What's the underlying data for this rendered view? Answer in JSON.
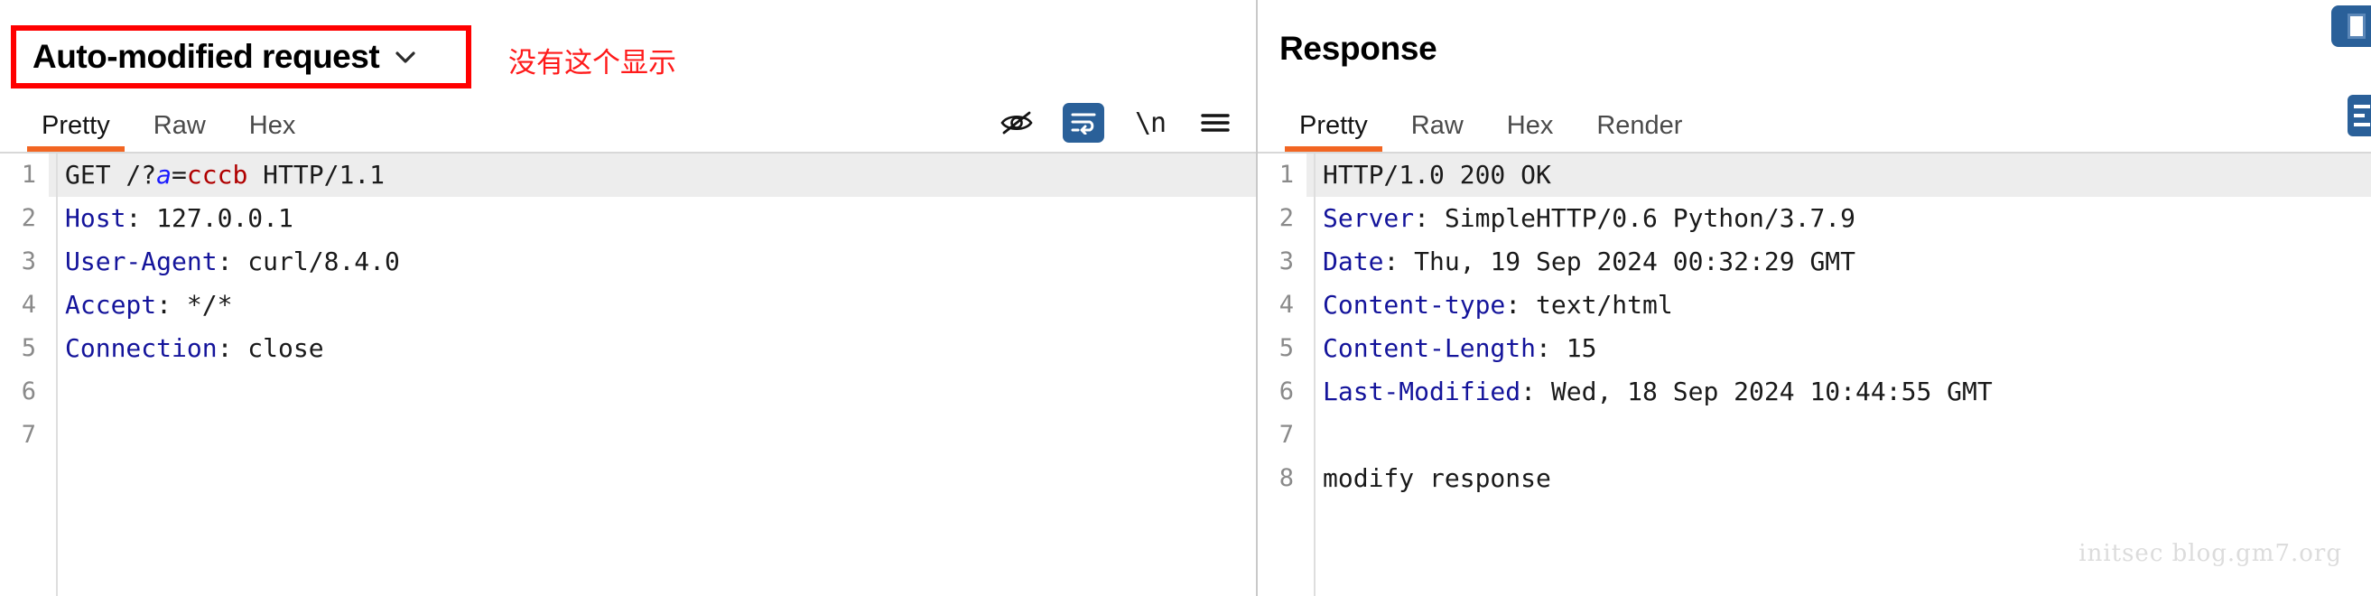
{
  "request_panel": {
    "dropdown": {
      "label": "Auto-modified request",
      "chevron_icon": "chevron-down-icon"
    },
    "annotation": "没有这个显示",
    "tabs": [
      {
        "label": "Pretty",
        "active": true
      },
      {
        "label": "Raw",
        "active": false
      },
      {
        "label": "Hex",
        "active": false
      }
    ],
    "toolbar": {
      "hide_icon": "eye-slash-icon",
      "wrap_icon": "word-wrap-icon",
      "newline_label": "\\n",
      "menu_icon": "hamburger-menu-icon"
    },
    "code": [
      {
        "num": "1",
        "highlight": true,
        "segments": [
          {
            "text": "GET /?",
            "style": "plain"
          },
          {
            "text": "a",
            "style": "attr"
          },
          {
            "text": "=",
            "style": "plain"
          },
          {
            "text": "cccb",
            "style": "val"
          },
          {
            "text": " HTTP/1.1",
            "style": "plain"
          }
        ]
      },
      {
        "num": "2",
        "highlight": false,
        "segments": [
          {
            "text": "Host",
            "style": "hdr"
          },
          {
            "text": ": 127.0.0.1",
            "style": "plain"
          }
        ]
      },
      {
        "num": "3",
        "highlight": false,
        "segments": [
          {
            "text": "User-Agent",
            "style": "hdr"
          },
          {
            "text": ": curl/8.4.0",
            "style": "plain"
          }
        ]
      },
      {
        "num": "4",
        "highlight": false,
        "segments": [
          {
            "text": "Accept",
            "style": "hdr"
          },
          {
            "text": ": */*",
            "style": "plain"
          }
        ]
      },
      {
        "num": "5",
        "highlight": false,
        "segments": [
          {
            "text": "Connection",
            "style": "hdr"
          },
          {
            "text": ": close",
            "style": "plain"
          }
        ]
      },
      {
        "num": "6",
        "highlight": false,
        "segments": []
      },
      {
        "num": "7",
        "highlight": false,
        "segments": []
      }
    ]
  },
  "response_panel": {
    "title": "Response",
    "tabs": [
      {
        "label": "Pretty",
        "active": true
      },
      {
        "label": "Raw",
        "active": false
      },
      {
        "label": "Hex",
        "active": false
      },
      {
        "label": "Render",
        "active": false
      }
    ],
    "code": [
      {
        "num": "1",
        "highlight": true,
        "segments": [
          {
            "text": "HTTP/1.0 200 OK",
            "style": "plain"
          }
        ]
      },
      {
        "num": "2",
        "highlight": false,
        "segments": [
          {
            "text": "Server",
            "style": "hdr"
          },
          {
            "text": ": SimpleHTTP/0.6 Python/3.7.9",
            "style": "plain"
          }
        ]
      },
      {
        "num": "3",
        "highlight": false,
        "segments": [
          {
            "text": "Date",
            "style": "hdr"
          },
          {
            "text": ": Thu, 19 Sep 2024 00:32:29 GMT",
            "style": "plain"
          }
        ]
      },
      {
        "num": "4",
        "highlight": false,
        "segments": [
          {
            "text": "Content-type",
            "style": "hdr"
          },
          {
            "text": ": text/html",
            "style": "plain"
          }
        ]
      },
      {
        "num": "5",
        "highlight": false,
        "segments": [
          {
            "text": "Content-Length",
            "style": "hdr"
          },
          {
            "text": ": 15",
            "style": "plain"
          }
        ]
      },
      {
        "num": "6",
        "highlight": false,
        "segments": [
          {
            "text": "Last-Modified",
            "style": "hdr"
          },
          {
            "text": ": Wed, 18 Sep 2024 10:44:55 GMT",
            "style": "plain"
          }
        ]
      },
      {
        "num": "7",
        "highlight": false,
        "segments": []
      },
      {
        "num": "8",
        "highlight": false,
        "segments": [
          {
            "text": "modify response",
            "style": "plain"
          }
        ]
      }
    ],
    "edge_icons": {
      "panel_toggle_icon": "side-panel-icon",
      "wrap_toggle_icon": "word-wrap-icon"
    }
  },
  "watermark": "initsec blog.gm7.org",
  "colors": {
    "annotation_red": "#ff1a1a",
    "box_border_red": "#ff0000",
    "tab_active_orange": "#f26522",
    "header_blue": "#14149b",
    "attr_blue": "#1a1aff",
    "value_red": "#b00000",
    "icon_blue": "#2a6099"
  }
}
